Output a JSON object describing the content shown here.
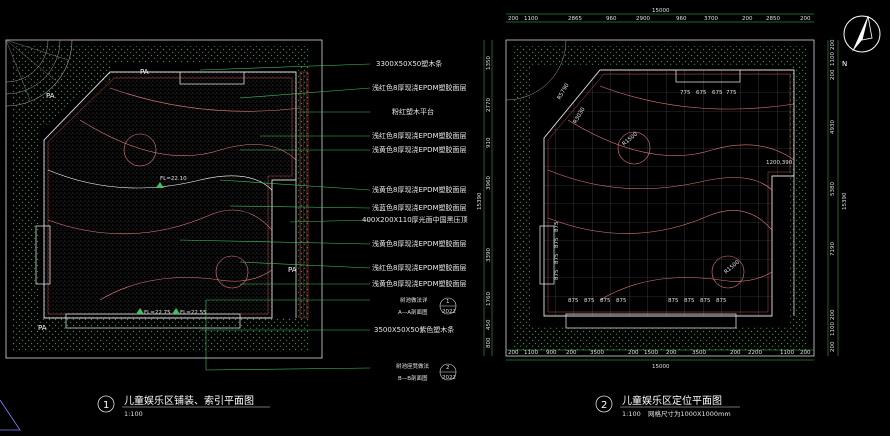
{
  "plan1": {
    "zone_labels": [
      "PA",
      "PA",
      "PA",
      "PA"
    ],
    "callouts": [
      "3300X50X50塑木条",
      "浅红色8厚现浇EPDM塑胶面层",
      "粉红塑木平台",
      "浅红色8厚现浇EPDM塑胶面层",
      "浅黄色8厚现浇EPDM塑胶面层",
      "浅黄色8厚现浇EPDM塑胶面层",
      "浅蓝色8厚现浇EPDM塑胶面层",
      "400X200X110厚光面中国黑压顶",
      "浅黄色8厚现浇EPDM塑胶面层",
      "浅红色8厚现浇EPDM塑胶面层",
      "浅黄色8厚现浇EPDM塑胶面层",
      "3500X50X50紫色塑木条"
    ],
    "section_ref_a": {
      "name": "树池做法详",
      "section": "A—A剖面图",
      "num": "1",
      "sheet": "2022"
    },
    "section_ref_b": {
      "name": "树池座凳做法",
      "section": "B—B剖面图",
      "num": "2",
      "sheet": "2022"
    },
    "levels": [
      "FL=22.10",
      "FL=22.75",
      "FL=22.55"
    ],
    "title_num": "1",
    "title": "儿童娱乐区铺装、索引平面图",
    "scale": "1:100"
  },
  "plan2": {
    "top_total": "15000",
    "top_dims": [
      "200",
      "1100",
      "2865",
      "960",
      "2900",
      "960",
      "3700",
      "200",
      "2850",
      "200"
    ],
    "bottom_total": "15000",
    "bottom_dims": [
      "200",
      "1100",
      "900",
      "200",
      "3500",
      "200",
      "1500",
      "200",
      "3500",
      "200",
      "2200",
      "1100",
      "200"
    ],
    "left_total": "15390",
    "left_dims": [
      "1350",
      "2770",
      "910",
      "3960",
      "3390",
      "1760",
      "450",
      "800"
    ],
    "right_total": "15390",
    "right_dims": [
      "200",
      "1100",
      "200",
      "4930",
      "5380",
      "7190",
      "200",
      "1100",
      "200"
    ],
    "inner_dims_top": [
      "775",
      "675",
      "675",
      "775"
    ],
    "inner_dims_bottom": [
      "875",
      "875",
      "875",
      "875",
      "875",
      "875",
      "875",
      "875"
    ],
    "inner_dims_left": [
      "875",
      "875",
      "875",
      "875"
    ],
    "radii": [
      "R5790",
      "R3030",
      "R1500",
      "R1500"
    ],
    "dim_1200": "1200,390",
    "title_num": "2",
    "title": "儿童娱乐区定位平面图",
    "scale": "1:100",
    "note": "网格尺寸为1000X1000mm"
  },
  "north_label": "N"
}
